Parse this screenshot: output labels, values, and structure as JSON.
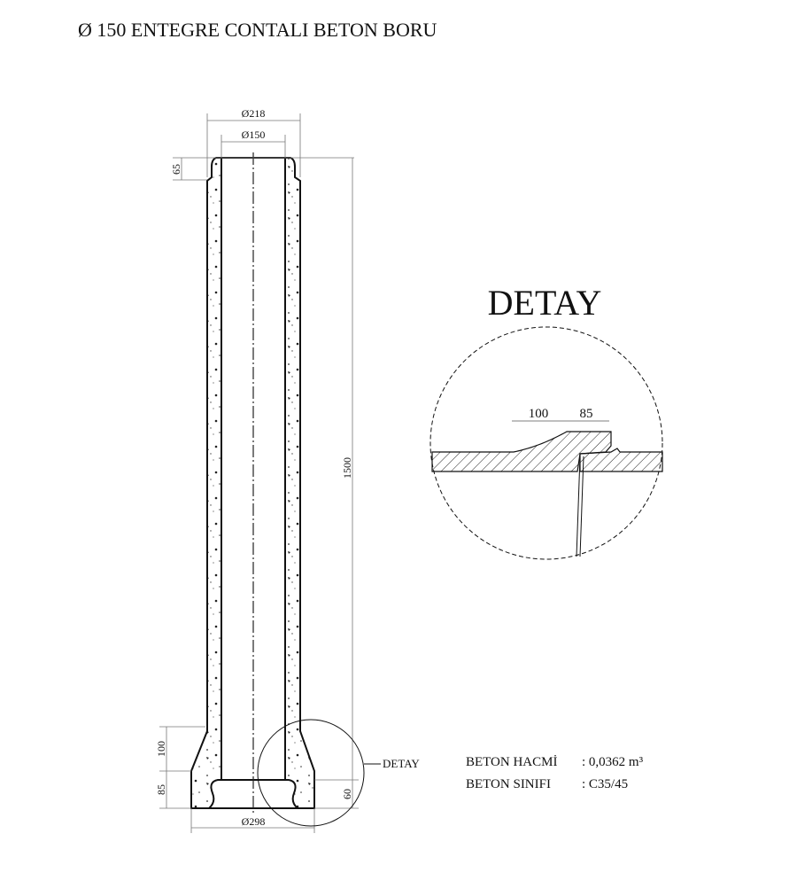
{
  "title": "Ø 150 ENTEGRE CONTALI BETON BORU",
  "dimensions": {
    "outer_top": "Ø218",
    "inner": "Ø150",
    "spigot_height": "65",
    "length": "1500",
    "flare_height": "100",
    "socket_height": "85",
    "socket_depth": "60",
    "outer_bottom": "Ø298"
  },
  "detail_callout": "DETAY",
  "detail": {
    "title": "DETAY",
    "dim_a": "100",
    "dim_b": "85"
  },
  "specs": {
    "volume_label": "BETON HACMİ",
    "volume_value": ": 0,0362 m³",
    "class_label": "BETON SINIFI",
    "class_value": ": C35/45"
  }
}
